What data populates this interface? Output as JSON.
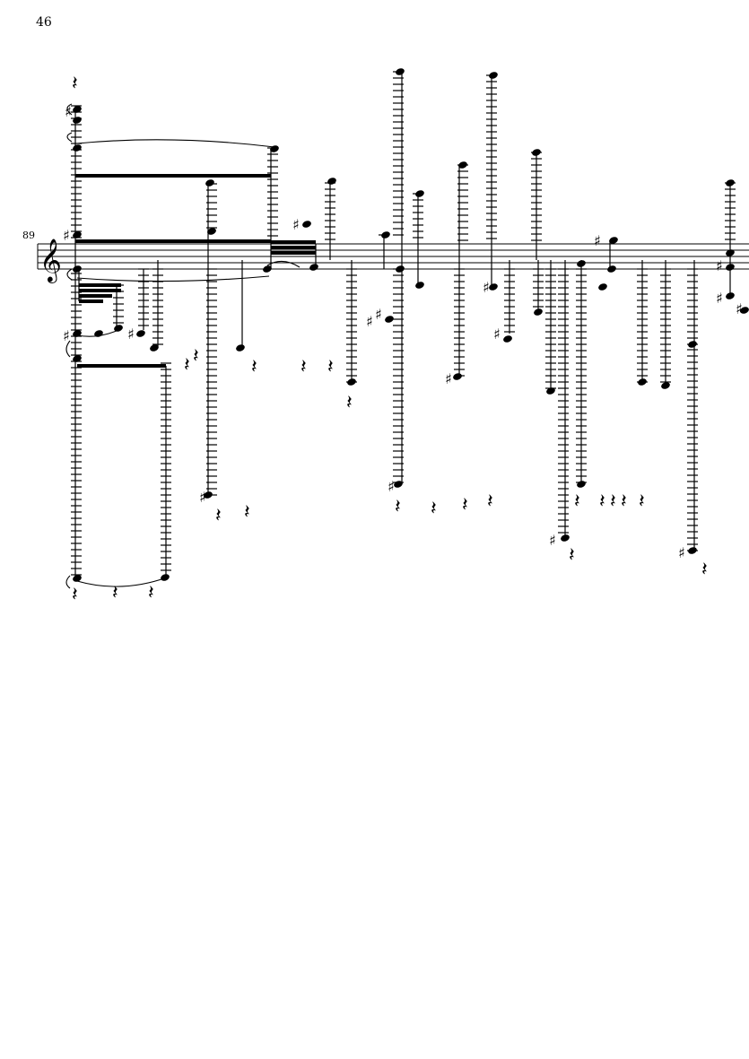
{
  "page": {
    "page_number": "46",
    "measure_number": "89"
  },
  "score": {
    "clef": "treble-clef",
    "accidental_symbol": "♯",
    "rest_symbol": "𝄽"
  }
}
